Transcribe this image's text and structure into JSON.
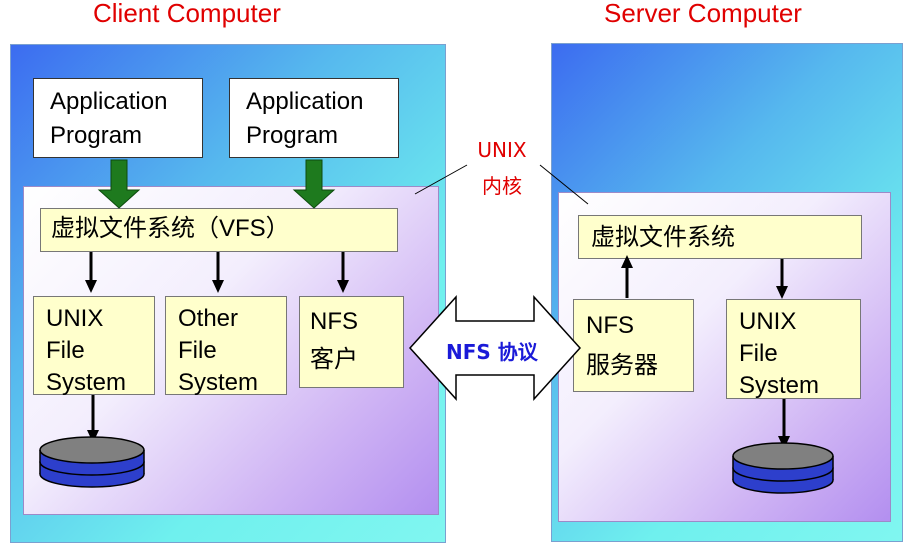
{
  "client": {
    "title": "Client Computer",
    "app1": "Application\nProgram",
    "app2": "Application\nProgram",
    "vfs": "虚拟文件系统（VFS）",
    "unix_fs": "UNIX\nFile\nSystem",
    "other_fs": "Other\nFile\nSystem",
    "nfs_client": "NFS\n客户"
  },
  "server": {
    "title": "Server Computer",
    "vfs": "虚拟文件系统",
    "nfs_server": "NFS\n服务器",
    "unix_fs": "UNIX\nFile\nSystem"
  },
  "kernel_label": "UNIX\n内核",
  "protocol_label": "NFS 协议",
  "colors": {
    "title": "#e00000",
    "protocol": "#1a1ad8",
    "box_fill": "#ffffcc",
    "down_arrow": "#1e7a1e",
    "disk": "#2d3fcc"
  }
}
